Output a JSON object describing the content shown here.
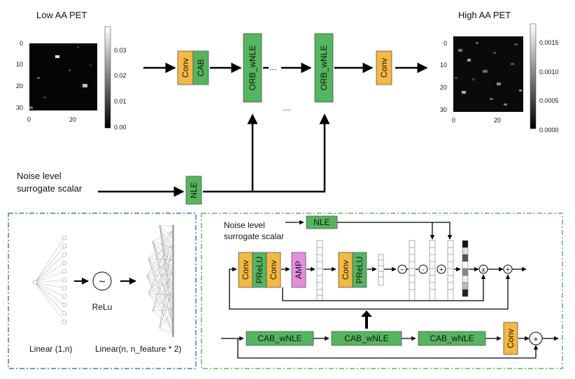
{
  "top": {
    "low_title": "Low AA PET",
    "high_title": "High AA PET",
    "low_xticks": [
      "0",
      "20"
    ],
    "low_yticks": [
      "0",
      "10",
      "20",
      "30"
    ],
    "low_cbar_ticks": [
      "0.03",
      "0.02",
      "0.01",
      "0.00"
    ],
    "high_xticks": [
      "0",
      "20"
    ],
    "high_yticks": [
      "0",
      "10",
      "20",
      "30"
    ],
    "high_cbar_ticks": [
      "0.0015",
      "0.0010",
      "0.0005",
      "0.0000"
    ],
    "conv1": "Conv",
    "cab": "CAB",
    "orb1": "ORB_wNLE",
    "orb2": "ORB_wNLE",
    "conv2": "Conv",
    "dots_h": "...",
    "dots_v": "...",
    "noise_line1": "Noise level",
    "noise_line2": "surrogate scalar",
    "nle": "NLE"
  },
  "left_panel": {
    "relu_symbol": "~",
    "relu_label": "ReLu",
    "linear1": "Linear (1,n)",
    "linear2": "Linear(n, n_feature * 2)"
  },
  "right_panel": {
    "noise_line1": "Noise level",
    "noise_line2": "surrogate scalar",
    "nle": "NLE",
    "conv_a": "Conv",
    "prelu_a": "PReLU",
    "conv_b": "Conv",
    "amp": "AMP",
    "conv_c": "Conv",
    "prelu_c": "PReLU",
    "op_sigmoid": "~",
    "op_dot": "·",
    "op_plus1": "+",
    "op_times": "x",
    "op_plus2": "+",
    "cab1": "CAB_wNLE",
    "cab2": "CAB_wNLE",
    "cab3": "CAB_wNLE",
    "conv_end": "Conv",
    "op_plus3": "+"
  },
  "colors": {
    "orange": "#f4b942",
    "green": "#55b55f",
    "pink": "#e48ee0",
    "blue_dash": "#3a78c9",
    "green_dash": "#5cb85c"
  }
}
